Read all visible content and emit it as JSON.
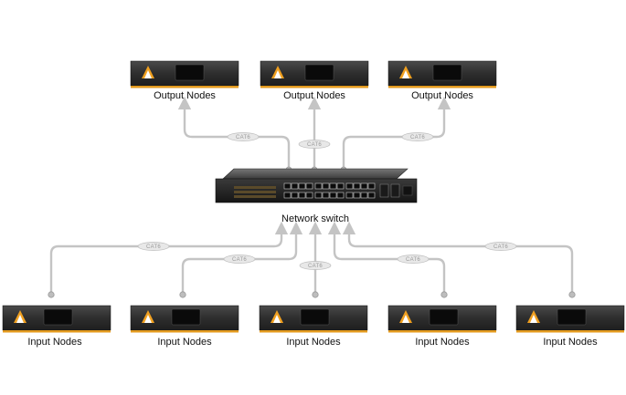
{
  "switch": {
    "label": "Network switch"
  },
  "output_nodes": [
    {
      "label": "Output Nodes"
    },
    {
      "label": "Output Nodes"
    },
    {
      "label": "Output Nodes"
    }
  ],
  "input_nodes": [
    {
      "label": "Input Nodes"
    },
    {
      "label": "Input Nodes"
    },
    {
      "label": "Input Nodes"
    },
    {
      "label": "Input Nodes"
    },
    {
      "label": "Input Nodes"
    }
  ],
  "cables": [
    {
      "label": "CAT6"
    },
    {
      "label": "CAT6"
    },
    {
      "label": "CAT6"
    },
    {
      "label": "CAT6"
    },
    {
      "label": "CAT6"
    },
    {
      "label": "CAT6"
    },
    {
      "label": "CAT6"
    },
    {
      "label": "CAT6"
    }
  ],
  "colors": {
    "device_body": "#2e2e2e",
    "device_accent_stripe": "#e39a1e",
    "device_screen": "#0a0a0a",
    "cable": "#c4c4c4",
    "cable_label_fill": "#e8e8e8"
  },
  "icons": {
    "device_logo": "pyramid-logo-icon",
    "cable_end": "connector-dot-icon",
    "arrow": "arrow-up-icon"
  }
}
